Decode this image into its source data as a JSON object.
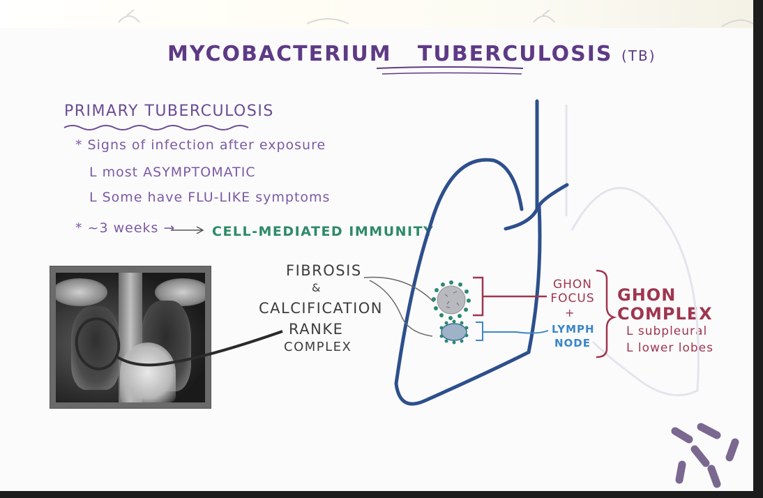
{
  "slide": {
    "title": "MYCOBACTERIUM",
    "title_word2": "TUBERCULOSIS",
    "title_abbrev": "(TB)",
    "heading": "PRIMARY TUBERCULOSIS",
    "notes": [
      "* Signs of infection after exposure",
      "L most ASYMPTOMATIC",
      "L Some have FLU-LIKE symptoms",
      "* ~3 weeks →"
    ],
    "cell_mediated": "CELL-MEDIATED IMMUNITY",
    "fibrosis": "FIBROSIS",
    "ampersand": "&",
    "calcification": "CALCIFICATION",
    "ranke": "RANKE",
    "ranke_complex": "COMPLEX",
    "ghon_focus": "GHON FOCUS",
    "plus": "+",
    "lymph_node": "LYMPH NODE",
    "ghon_complex": "GHON COMPLEX",
    "subpleural": "L subpleural",
    "lower_lobes": "L lower lobes"
  },
  "colors": {
    "title_purple": "#5e3a86",
    "note_purple": "#7b5aa3",
    "immunity_green": "#2e8a66",
    "ghon_red": "#a0354e",
    "lymph_blue": "#3a86c8",
    "lung_outline": "#2d4f8c",
    "logo_purple": "#7a6890"
  }
}
